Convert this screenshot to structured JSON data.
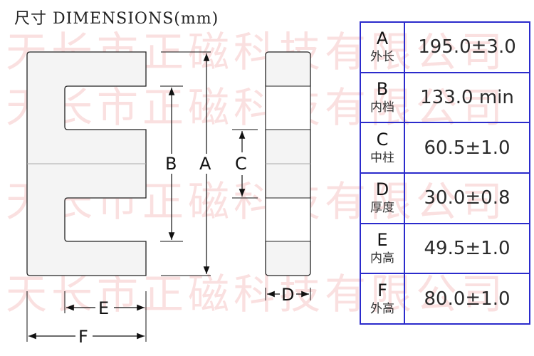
{
  "header": {
    "title": "尺寸 DIMENSIONS(mm)"
  },
  "watermark": {
    "text": "天长市正磁科技有限公司",
    "color": "#f6c8c8",
    "rows": [
      {
        "text": "天长市正磁科技有限公司"
      },
      {
        "text": "天长市正磁科技有限公司"
      },
      {
        "text": "天长市正磁科技有限公司"
      },
      {
        "text": "天长市正磁科技有限公司"
      }
    ]
  },
  "drawing": {
    "front_view": {
      "shape": "E-core",
      "fill": "#f4f4f4",
      "stroke": "#222222"
    },
    "side_view": {
      "shape": "rectangle",
      "fill": "#f4f4f4",
      "stroke": "#222222"
    },
    "labels": {
      "a": "A",
      "b": "B",
      "c": "C",
      "d": "D",
      "e": "E",
      "f": "F"
    }
  },
  "table": {
    "border_color": "#2b2bcc",
    "rows": [
      {
        "key": "A",
        "desc": "外长",
        "value": "195.0±3.0"
      },
      {
        "key": "B",
        "desc": "内档",
        "value": "133.0 min"
      },
      {
        "key": "C",
        "desc": "中柱",
        "value": "60.5±1.0"
      },
      {
        "key": "D",
        "desc": "厚度",
        "value": "30.0±0.8"
      },
      {
        "key": "E",
        "desc": "内高",
        "value": "49.5±1.0"
      },
      {
        "key": "F",
        "desc": "外高",
        "value": "80.0±1.0"
      }
    ]
  }
}
